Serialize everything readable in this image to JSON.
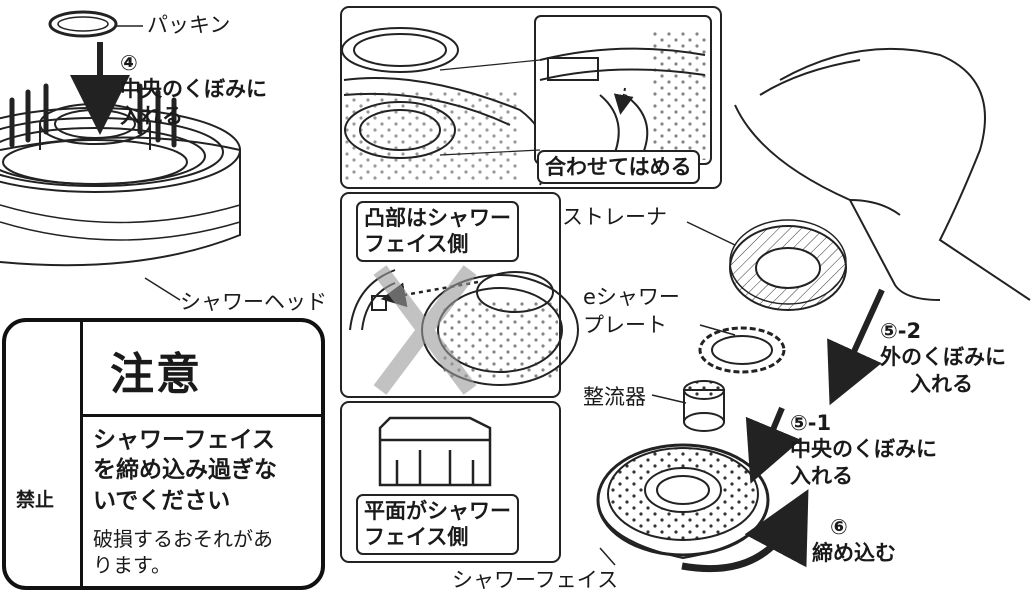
{
  "labels": {
    "packing": "パッキン",
    "shower_head": "シャワーヘッド",
    "strainer": "ストレーナ",
    "e_shower_plate_1": "eシャワー",
    "e_shower_plate_2": "プレート",
    "flow_regulator": "整流器",
    "shower_face": "シャワーフェイス"
  },
  "steps": {
    "s4_num": "④",
    "s4_line1": "中央のくぼみに",
    "s4_line2": "入れる",
    "s52_num": "⑤-2",
    "s52_line1": "外のくぼみに",
    "s52_line2": "入れる",
    "s51_num": "⑤-1",
    "s51_line1": "中央のくぼみに",
    "s51_line2": "入れる",
    "s6_num": "⑥",
    "s6_line1": "締め込む"
  },
  "callouts": {
    "fit": "合わせてはめる",
    "convex_1": "凸部はシャワー",
    "convex_2": "フェイス側",
    "flat_1": "平面がシャワー",
    "flat_2": "フェイス側"
  },
  "warning": {
    "title": "注意",
    "prohibit": "禁止",
    "line1": "シャワーフェイス",
    "line2": "を締め込み過ぎな",
    "line3": "いでください",
    "line4": "破損するおそれがあ",
    "line5": "ります。"
  }
}
